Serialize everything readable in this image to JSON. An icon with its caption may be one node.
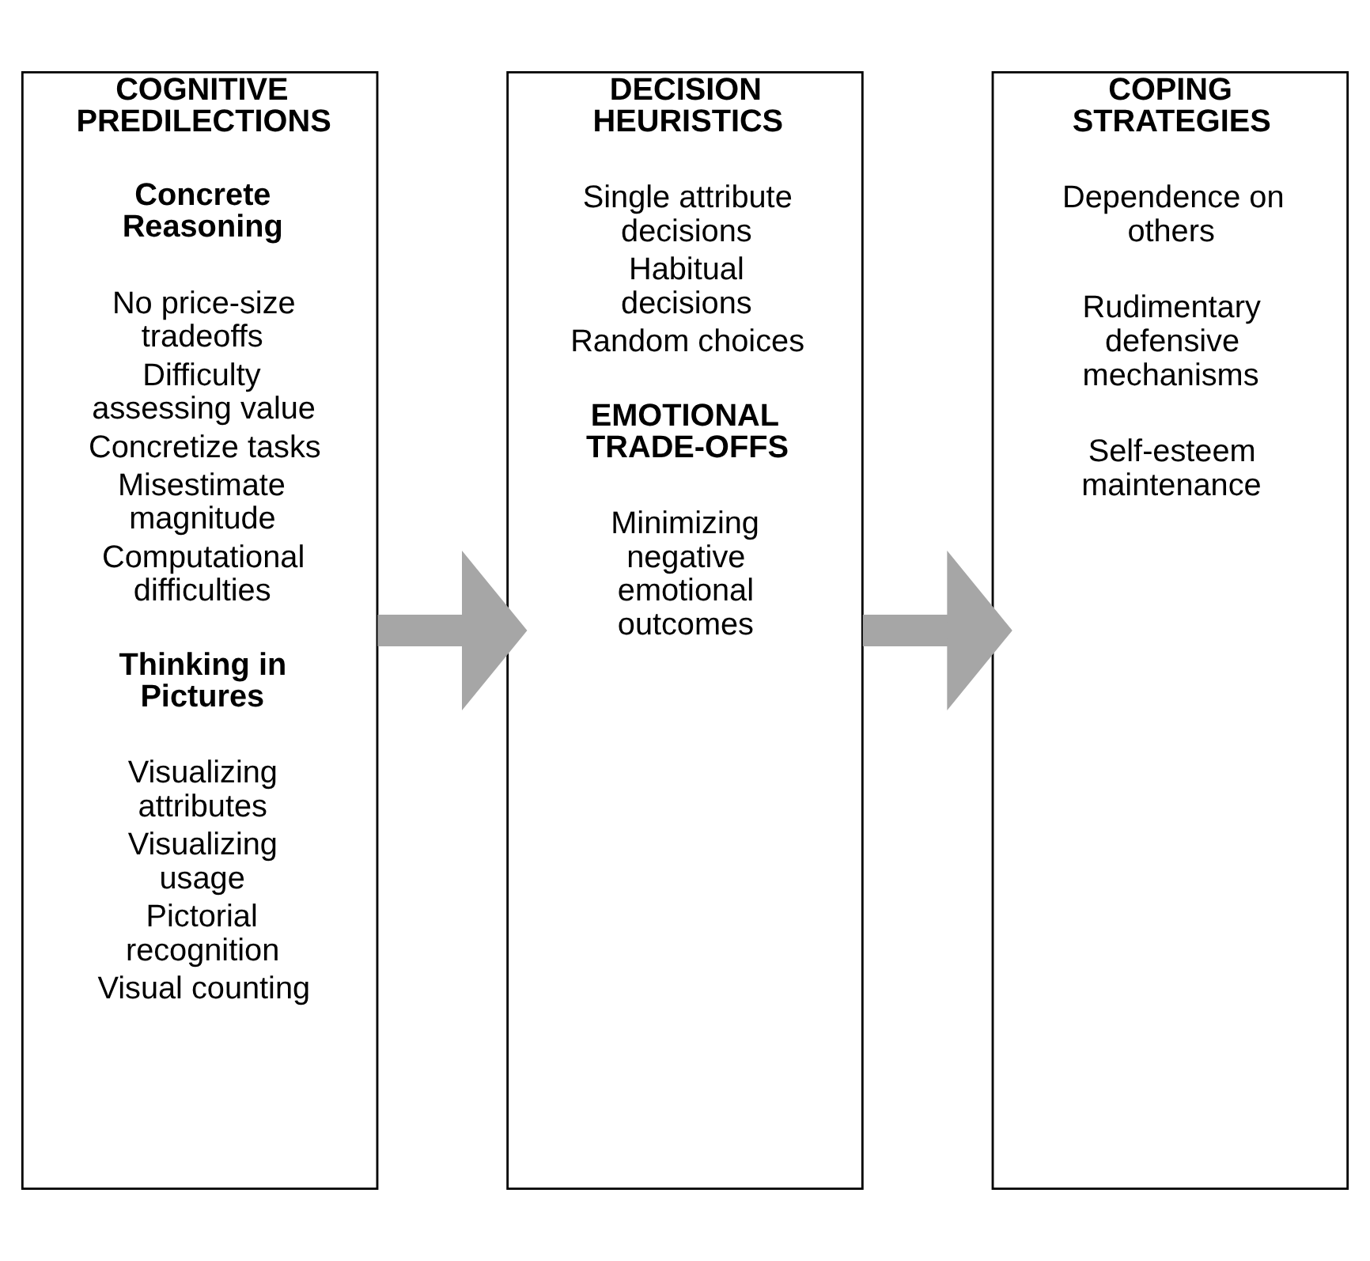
{
  "diagram": {
    "nodes": [
      {
        "text": [
          "COGNITIVE PREDILECTIONS",
          "Concrete Reasoning",
          "No price-size tradeoffs",
          "Difficulty assessing value",
          "Concretize tasks",
          "Misestimate magnitude",
          "Computational difficulties",
          "Thinking in Pictures",
          "Visualizing attributes",
          "Visualizing usage",
          "Pictorial recognition",
          "Visual counting"
        ]
      },
      {
        "text": [
          "DECISION HEURISTICS",
          "Single attribute decisions",
          "Habitual decisions",
          "Random choices",
          "EMOTIONAL TRADE-OFFS",
          "Minimizing negative emotional outcomes"
        ]
      },
      {
        "text": [
          "COPING STRATEGIES",
          "Dependence on others",
          "Rudimentary defensive mechanisms",
          "Self-esteem maintenance"
        ]
      }
    ],
    "edges": [
      {
        "from": 0,
        "to": 1,
        "arrow": "to"
      },
      {
        "from": 1,
        "to": 2,
        "arrow": "to"
      }
    ]
  }
}
